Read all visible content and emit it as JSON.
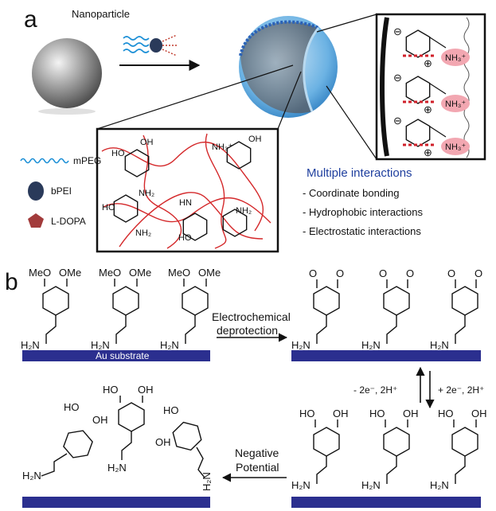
{
  "panel_a": {
    "label": "a",
    "nanoparticle_label": "Nanoparticle",
    "legend": [
      {
        "icon": "wave-icon",
        "text": "mPEG"
      },
      {
        "icon": "oval-icon",
        "text": "bPEI"
      },
      {
        "icon": "pentagon-icon",
        "text": "L-DOPA"
      }
    ],
    "interactions_title": "Multiple interactions",
    "interactions": [
      "- Coordinate bonding",
      "- Hydrophobic interactions",
      "- Electrostatic interactions"
    ],
    "network_labels": {
      "ho": "HO",
      "oh": "OH",
      "nh2": "NH₂",
      "nh3": "NH₃⁺",
      "hn": "HN"
    },
    "charges": {
      "minus": "⊖",
      "plus": "⊕"
    }
  },
  "panel_b": {
    "label": "b",
    "meo": "MeO",
    "ome": "OMe",
    "h2n": "H₂N",
    "ho": "HO",
    "oh": "OH",
    "o": "O",
    "substrate_label": "Au substrate",
    "step1_line1": "Electrochemical",
    "step1_line2": "deprotection",
    "redox_left": "- 2e⁻, 2H⁺",
    "redox_right": "+ 2e⁻, 2H⁺",
    "step2_line1": "Negative",
    "step2_line2": "Potential"
  },
  "colors": {
    "substrate": "#2b2f8f",
    "shell": "#4f9fd9",
    "chain": "#d4282a",
    "accent_text": "#1f3f9e",
    "sphere": "#8a8a8a"
  }
}
